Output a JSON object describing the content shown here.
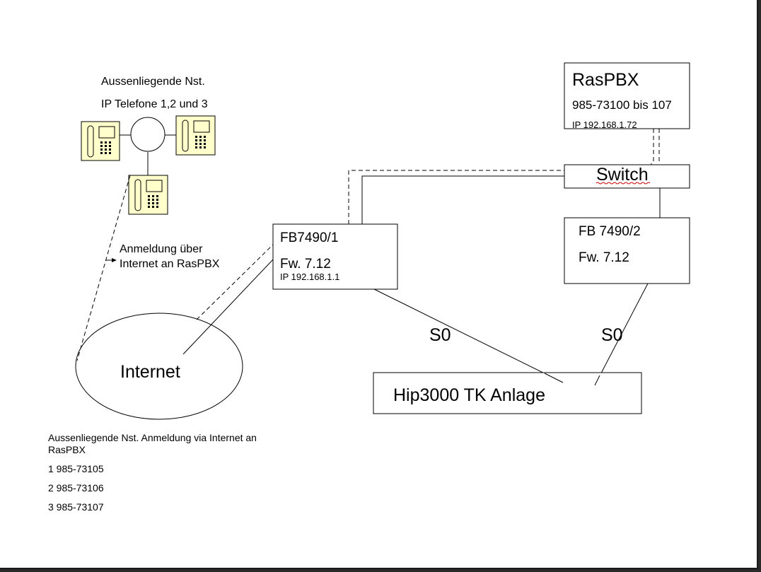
{
  "labels": {
    "remote_title": "Aussenliegende Nst.",
    "remote_phones": "IP Telefone 1,2 und 3",
    "registration_l1": "Anmeldung über",
    "registration_l2": "Internet an RasPBX",
    "internet": "Internet",
    "fb1_name": "FB7490/1",
    "fb1_fw": "Fw. 7.12",
    "fb1_ip": "IP 192.168.1.1",
    "raspbx_name": "RasPBX",
    "raspbx_range": "985-73100 bis 107",
    "raspbx_ip": "IP 192.168.1.72",
    "switch": "Switch",
    "fb2_name": "FB 7490/2",
    "fb2_fw": "Fw. 7.12",
    "s0_left": "S0",
    "s0_right": "S0",
    "tk": "Hip3000 TK Anlage"
  },
  "notes": {
    "title_l1": "Aussenliegende Nst. Anmeldung via Internet an",
    "title_l2": "RasPBX",
    "line1": "1 985-73105",
    "line2": "2 985-73106",
    "line3": "3 985-73107"
  },
  "icons": [
    "ip-phone-icon",
    "ip-phone-icon",
    "ip-phone-icon"
  ],
  "colors": {
    "phone_fill": "#ffffcc",
    "line": "#000000",
    "spellcheck": "#cc0000"
  }
}
